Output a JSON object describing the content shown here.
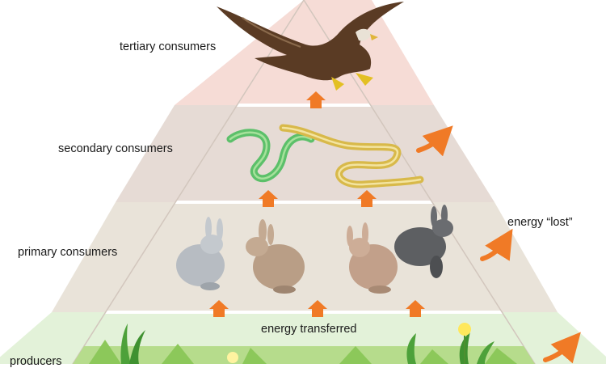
{
  "levels": {
    "tertiary": "tertiary consumers",
    "secondary": "secondary consumers",
    "primary": "primary consumers",
    "producers": "producers"
  },
  "annotations": {
    "energy_lost": "energy “lost”",
    "energy_transferred": "energy transferred"
  },
  "colors": {
    "tier_tertiary": "#f6dcd6",
    "tier_secondary": "#e6dbd5",
    "tier_primary": "#e9e3d9",
    "tier_producers": "#e3f2d9",
    "outline": "#ffffff",
    "arrow": "#f07a26",
    "pyramid_edge": "#d2c6bd"
  },
  "organisms": {
    "tertiary": [
      "eagle"
    ],
    "secondary": [
      "green-snake",
      "yellow-snake"
    ],
    "primary": [
      "gray-rabbit",
      "brown-rabbit",
      "brown-rabbit",
      "dark-gray-rabbit"
    ],
    "producers": [
      "grass",
      "dandelion"
    ]
  }
}
